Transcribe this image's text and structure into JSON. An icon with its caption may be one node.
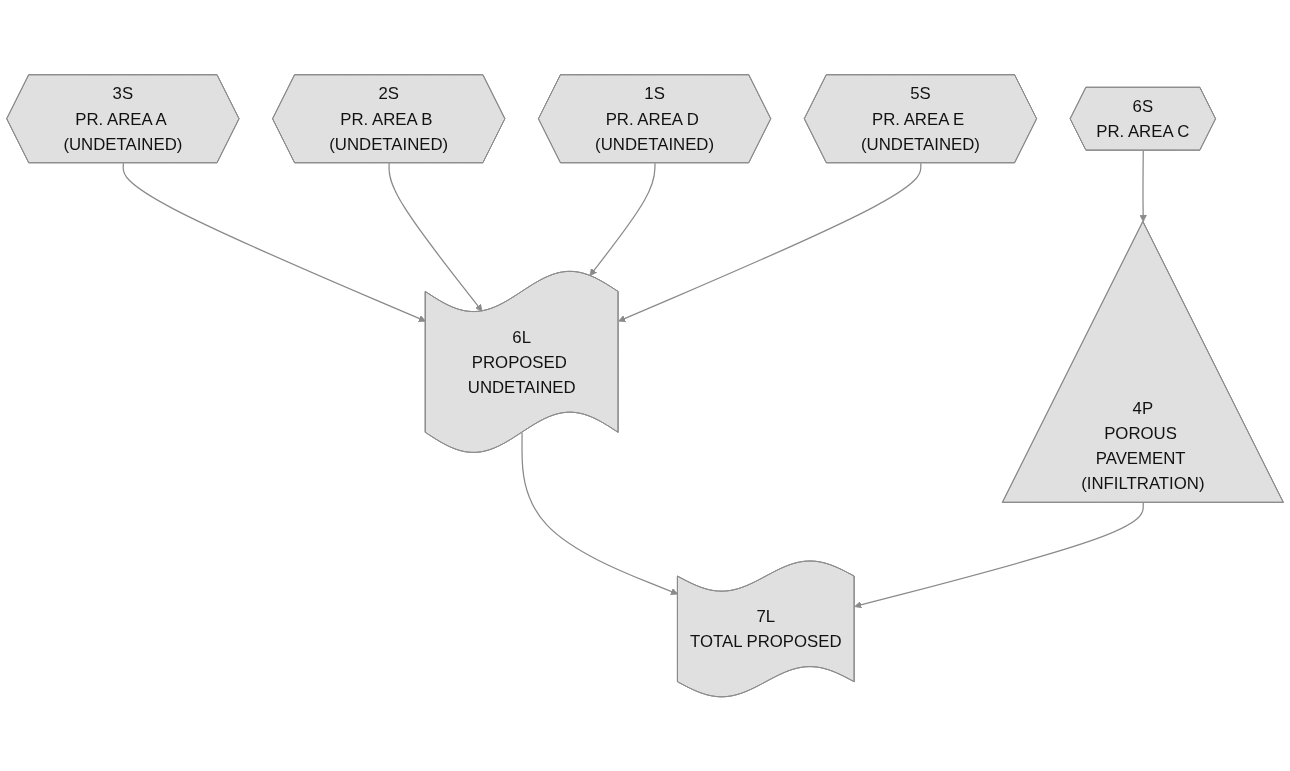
{
  "diagram": {
    "nodes": [
      {
        "text": [
          "3S",
          "PR. AREA A (UNDETAINED)"
        ]
      },
      {
        "text": [
          "2S",
          "PR. AREA B (UNDETAINED)"
        ]
      },
      {
        "text": [
          "1S",
          "PR. AREA D (UNDETAINED)"
        ]
      },
      {
        "text": [
          "5S",
          "PR. AREA E (UNDETAINED)"
        ]
      },
      {
        "text": [
          "6S",
          "PR. AREA C"
        ]
      },
      {
        "text": [
          "6L",
          "PROPOSED UNDETAINED"
        ]
      },
      {
        "text": [
          "4P",
          "POROUS PAVEMENT (INFILTRATION)"
        ]
      },
      {
        "text": [
          "7L",
          "TOTAL PROPOSED"
        ]
      }
    ],
    "edges": [
      {
        "from": 0,
        "to": 5,
        "arrow": "to"
      },
      {
        "from": 1,
        "to": 5,
        "arrow": "to"
      },
      {
        "from": 2,
        "to": 5,
        "arrow": "to"
      },
      {
        "from": 3,
        "to": 5,
        "arrow": "to"
      },
      {
        "from": 4,
        "to": 6,
        "arrow": "to"
      },
      {
        "from": 5,
        "to": 7,
        "arrow": "to"
      },
      {
        "from": 6,
        "to": 7,
        "arrow": "to"
      }
    ]
  }
}
